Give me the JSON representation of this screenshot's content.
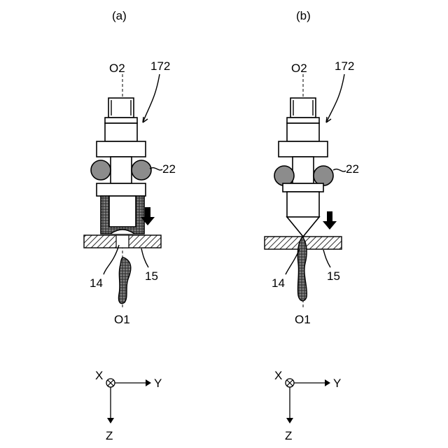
{
  "panels": [
    {
      "label": "(a)",
      "axis_top": "O2",
      "axis_bottom": "O1",
      "ref_tool": "172",
      "ref_balls": "22",
      "ref_wire": "14",
      "ref_plate": "15"
    },
    {
      "label": "(b)",
      "axis_top": "O2",
      "axis_bottom": "O1",
      "ref_tool": "172",
      "ref_balls": "22",
      "ref_wire": "14",
      "ref_plate": "15"
    }
  ],
  "axes": [
    {
      "x": "X",
      "y": "Y",
      "z": "Z"
    },
    {
      "x": "X",
      "y": "Y",
      "z": "Z"
    }
  ],
  "colors": {
    "line": "#000000",
    "ball": "#8c8c8c",
    "wire": "#2b2b2b"
  }
}
